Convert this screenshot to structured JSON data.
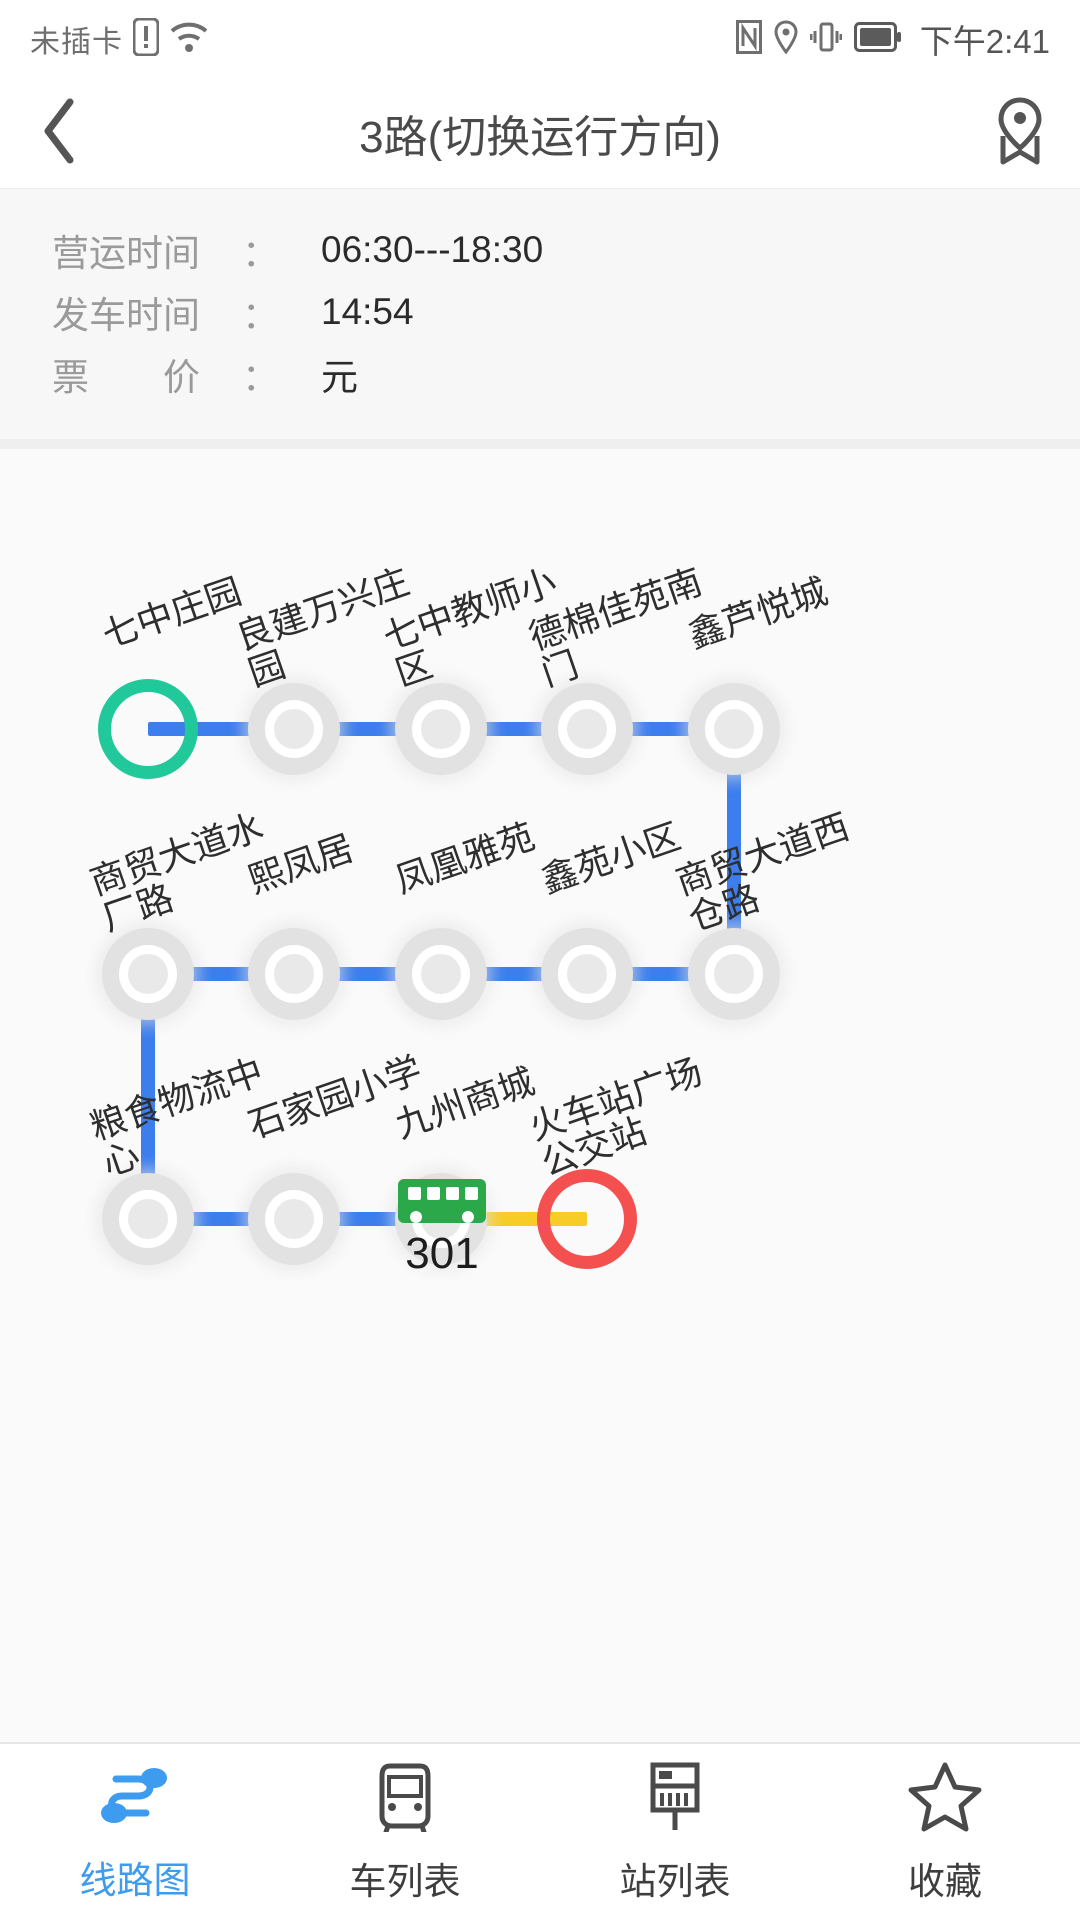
{
  "status_bar": {
    "carrier": "未插卡",
    "time": "下午2:41",
    "icons": [
      "sim-warning-icon",
      "wifi-icon",
      "nfc-icon",
      "location-icon",
      "vibrate-icon",
      "battery-icon"
    ]
  },
  "header": {
    "back_icon": "chevron-left-icon",
    "title": "3路(切换运行方向)",
    "map_icon": "map-pin-icon"
  },
  "info": {
    "rows": [
      {
        "label": "营运时间",
        "colon": "：",
        "value": "06:30---18:30"
      },
      {
        "label": "发车时间",
        "colon": "：",
        "value": "14:54"
      },
      {
        "label": "票　　价",
        "colon": "：",
        "value": "元"
      }
    ]
  },
  "route": {
    "line_color": "#3c7eed",
    "bus_segment_color": "#f7cc26",
    "start_color": "#21c99a",
    "end_color": "#f4504f",
    "bus": {
      "icon": "bus-icon",
      "number": "301",
      "color": "#2aa84a"
    },
    "stops": [
      {
        "name": "七中庄园",
        "type": "start"
      },
      {
        "name": "良建万兴庄园",
        "type": "normal"
      },
      {
        "name": "七中教师小区",
        "type": "normal"
      },
      {
        "name": "德棉佳苑南门",
        "type": "normal"
      },
      {
        "name": "鑫芦悦城",
        "type": "normal"
      },
      {
        "name": "商贸大道西仓路",
        "type": "normal"
      },
      {
        "name": "鑫苑小区",
        "type": "normal"
      },
      {
        "name": "凤凰雅苑",
        "type": "normal"
      },
      {
        "name": "熙凤居",
        "type": "normal"
      },
      {
        "name": "商贸大道水厂路",
        "type": "normal"
      },
      {
        "name": "粮食物流中心",
        "type": "normal"
      },
      {
        "name": "石家园小学",
        "type": "normal"
      },
      {
        "name": "九州商城",
        "type": "normal"
      },
      {
        "name": "火车站广场公交站",
        "type": "end"
      }
    ]
  },
  "bottom_nav": {
    "items": [
      {
        "label": "线路图",
        "icon": "route-map-icon",
        "active": true
      },
      {
        "label": "车列表",
        "icon": "bus-list-icon",
        "active": false
      },
      {
        "label": "站列表",
        "icon": "station-list-icon",
        "active": false
      },
      {
        "label": "收藏",
        "icon": "star-icon",
        "active": false
      }
    ]
  }
}
